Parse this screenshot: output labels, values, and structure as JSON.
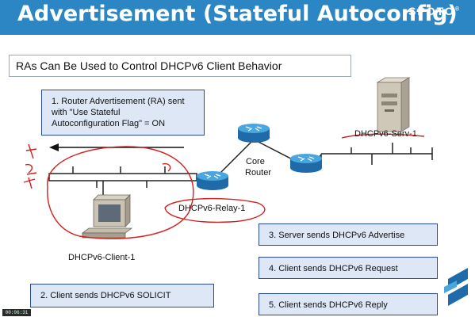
{
  "header": {
    "title": "Advertisement (Stateful Autoconfig)",
    "brand": "SPOTO"
  },
  "subtitle": "RAs Can Be Used to Control DHCPv6 Client Behavior",
  "callouts": {
    "step1": {
      "line1": "1. Router Advertisement (RA) sent",
      "line2": "with \"Use Stateful",
      "line3": "Autoconfiguration Flag\" = ON"
    },
    "step2": "2. Client sends DHCPv6 SOLICIT",
    "step3": "3. Server sends DHCPv6 Advertise",
    "step4": "4. Client sends DHCPv6 Request",
    "step5": "5. Client sends DHCPv6 Reply"
  },
  "devices": {
    "server": "DHCPv6-Serv-1",
    "core_router_line1": "Core",
    "core_router_line2": "Router",
    "relay": "DHCPv6-Relay-1",
    "client": "DHCPv6-Client-1"
  },
  "video_timer": "00:06:31",
  "colors": {
    "header": "#2d86c4",
    "callout_fill": "#dde7f5",
    "callout_border": "#2c4a9c",
    "router": "#3d8fc9",
    "annotation": "#d42020"
  }
}
